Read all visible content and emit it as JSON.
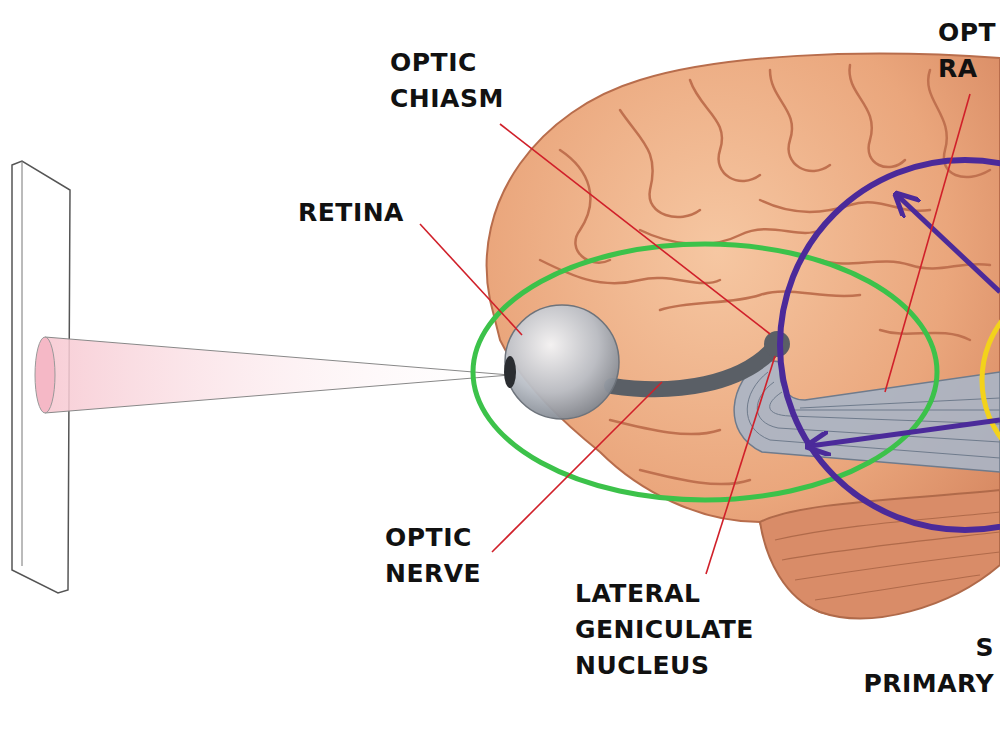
{
  "diagram": {
    "labels": [
      "OPT RA",
      "OPTIC CHIASM",
      "RETINA",
      "OPTIC NERVE",
      "LATERAL GENICULATE NUCLEUS",
      "S PRIMARY"
    ]
  }
}
